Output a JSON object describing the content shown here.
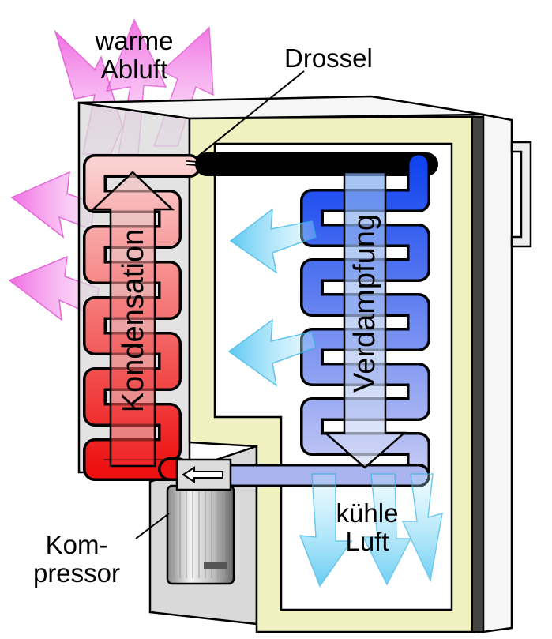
{
  "labels": {
    "exhaust_line1": "warme",
    "exhaust_line2": "Abluft",
    "throttle": "Drossel",
    "condensation": "Kondensation",
    "evaporation": "Verdampfung",
    "cool_air_line1": "kühle",
    "cool_air_line2": "Luft",
    "compressor_line1": "Kom-",
    "compressor_line2": "pressor"
  },
  "colors": {
    "warm_air": "#ee66dd",
    "hot_pipe": "#ee2222",
    "warm_pipe": "#f5a8a8",
    "cold_pipe": "#1155dd",
    "cool_pipe": "#aab4ee",
    "cool_air": "#33bbee",
    "insulation": "#f0f0c0",
    "housing": "#d8d8d8",
    "interior": "#ffffff"
  },
  "icons": {
    "compressor": "compressor-cylinder-icon",
    "flow_direction": "arrow-left-icon"
  }
}
